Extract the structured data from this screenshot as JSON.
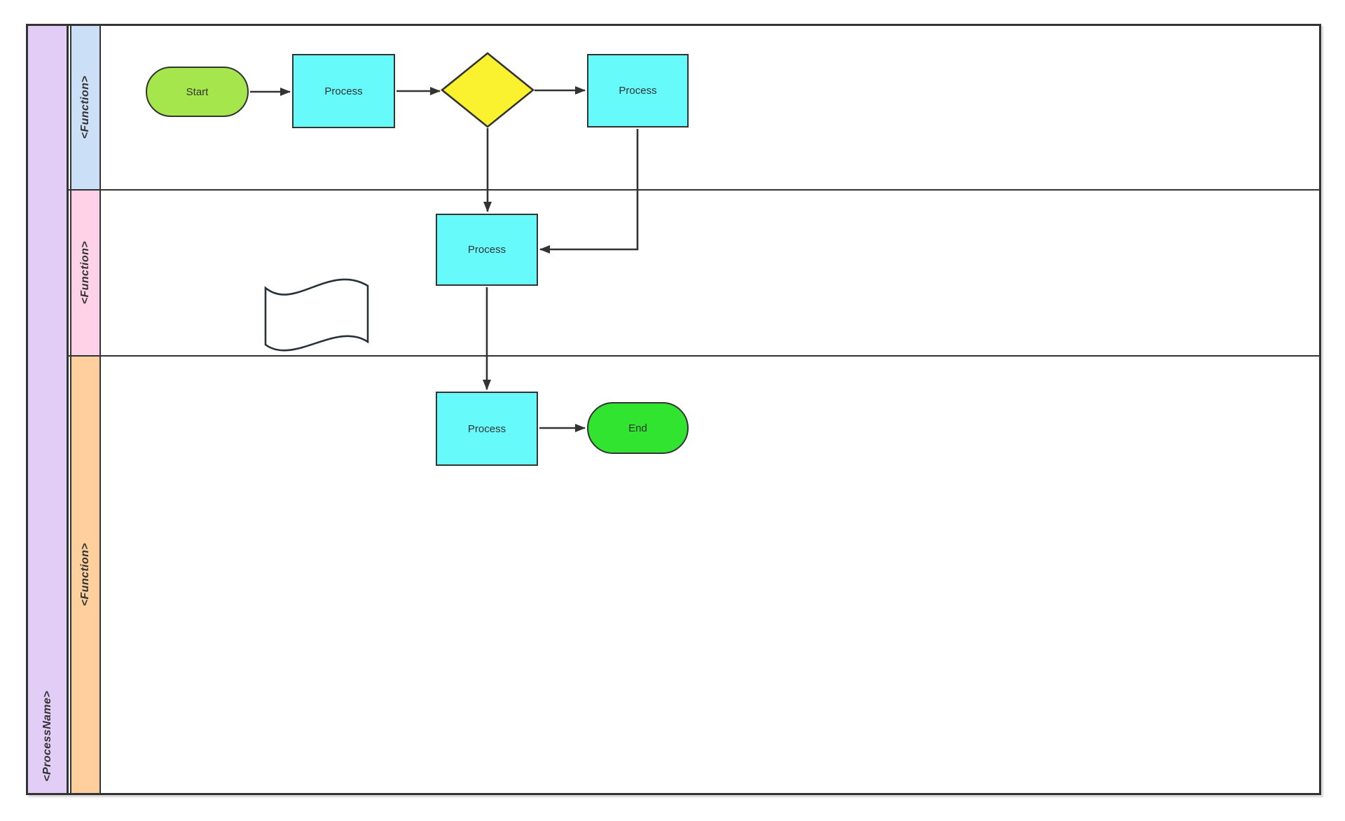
{
  "pool": {
    "label": "<ProcessName>",
    "fill": "#E1CDF5"
  },
  "lanes": [
    {
      "label": "<Function>",
      "fill": "#CBDFF7"
    },
    {
      "label": "<Function>",
      "fill": "#FFD2E8"
    },
    {
      "label": "<Function>",
      "fill": "#FFCF9D"
    }
  ],
  "nodes": {
    "start": {
      "type": "terminator",
      "label": "Start",
      "fill": "#A6E64D",
      "lane": 1
    },
    "process1": {
      "type": "process",
      "label": "Process",
      "fill": "#66FAFA",
      "lane": 1
    },
    "decision": {
      "type": "decision",
      "label": "",
      "fill": "#FAF22F",
      "lane": 1
    },
    "process2": {
      "type": "process",
      "label": "Process",
      "fill": "#66FAFA",
      "lane": 1
    },
    "process3": {
      "type": "process",
      "label": "Process",
      "fill": "#66FAFA",
      "lane": 2
    },
    "paper_tape": {
      "type": "paper-tape",
      "label": "",
      "fill": "#FFFFFF",
      "lane": 2
    },
    "process4": {
      "type": "process",
      "label": "Process",
      "fill": "#66FAFA",
      "lane": 3
    },
    "end": {
      "type": "terminator",
      "label": "End",
      "fill": "#30E430",
      "lane": 3
    }
  },
  "connectors": [
    {
      "from": "start",
      "to": "process1"
    },
    {
      "from": "process1",
      "to": "decision"
    },
    {
      "from": "decision",
      "to": "process2"
    },
    {
      "from": "decision",
      "to": "process3"
    },
    {
      "from": "process2",
      "to": "process3"
    },
    {
      "from": "process3",
      "to": "process4"
    },
    {
      "from": "process4",
      "to": "end"
    }
  ],
  "colors": {
    "stroke": "#333333",
    "tape_stroke": "#263238",
    "background": "#FFFFFF"
  }
}
